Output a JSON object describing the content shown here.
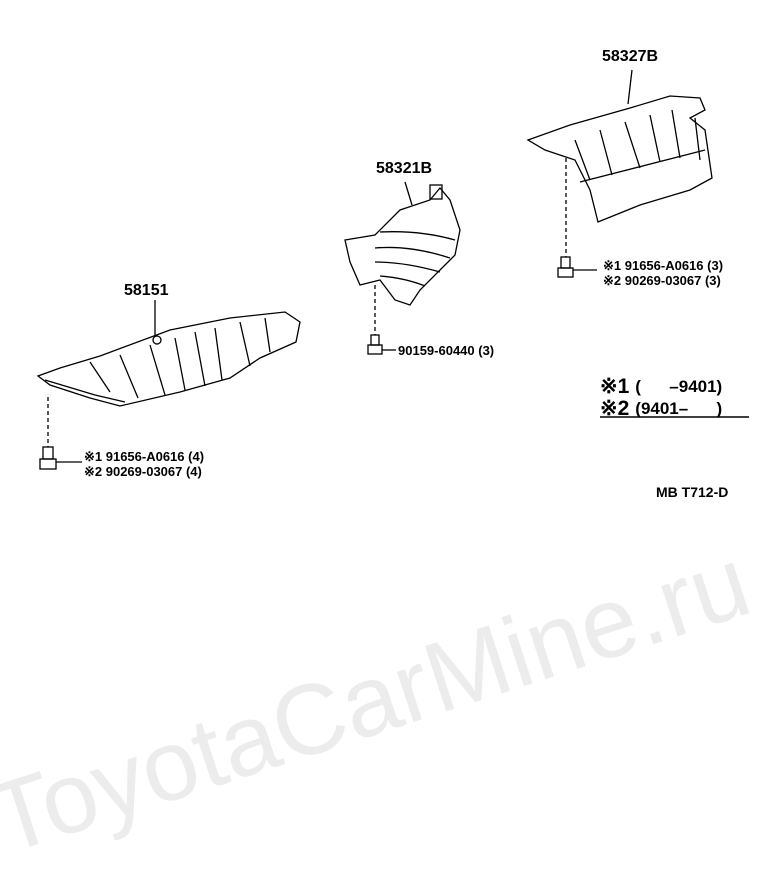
{
  "watermark": "ToyotaCarMine.ru",
  "parts": {
    "p58151": "58151",
    "p58321b": "58321B",
    "p58327b": "58327B"
  },
  "bolts": {
    "left": {
      "line1": "※1 91656-A0616 (4)",
      "line2": "※2 90269-03067 (4)"
    },
    "center": {
      "line1": "90159-60440 (3)"
    },
    "right": {
      "line1": "※1 91656-A0616 (3)",
      "line2": "※2 90269-03067 (3)"
    }
  },
  "legend": {
    "row1_mark": "※1",
    "row1_range": "(      –9401)",
    "row2_mark": "※2",
    "row2_range": "(9401–      )"
  },
  "diagram_code": "MB T712-D"
}
